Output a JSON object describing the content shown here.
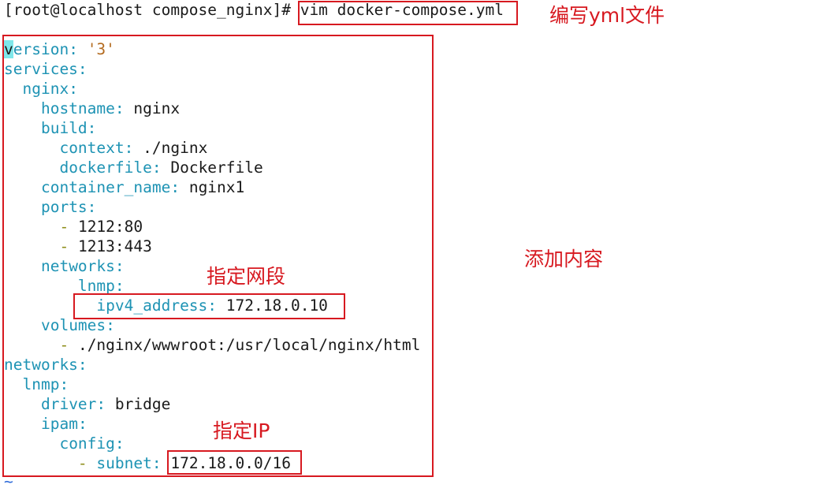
{
  "terminal": {
    "prompt": "[root@localhost compose_nginx]#",
    "command": "vim docker-compose.yml",
    "tilde": "~"
  },
  "yaml": {
    "l1": {
      "key_rest": "ersion",
      "key_first": "v",
      "value": "'3'"
    },
    "l2": {
      "key": "services"
    },
    "l3": {
      "key": "nginx"
    },
    "l4": {
      "key": "hostname",
      "value": "nginx"
    },
    "l5": {
      "key": "build"
    },
    "l6": {
      "key": "context",
      "value": "./nginx"
    },
    "l7": {
      "key": "dockerfile",
      "value": "Dockerfile"
    },
    "l8": {
      "key": "container_name",
      "value": "nginx1"
    },
    "l9": {
      "key": "ports"
    },
    "l10": {
      "dash": "-",
      "value": "1212:80"
    },
    "l11": {
      "dash": "-",
      "value": "1213:443"
    },
    "l12": {
      "key": "networks"
    },
    "l13": {
      "key": "lnmp"
    },
    "l14": {
      "key": "ipv4_address",
      "value": "172.18.0.10"
    },
    "l15": {
      "key": "volumes"
    },
    "l16": {
      "dash": "-",
      "value": "./nginx/wwwroot:/usr/local/nginx/html"
    },
    "l17": {
      "key": "networks"
    },
    "l18": {
      "key": "lnmp"
    },
    "l19": {
      "key": "driver",
      "value": "bridge"
    },
    "l20": {
      "key": "ipam"
    },
    "l21": {
      "key": "config"
    },
    "l22": {
      "dash": "-",
      "key": "subnet",
      "value": "172.18.0.0/16"
    }
  },
  "annotations": {
    "write_yml": "编写yml文件",
    "add_content": "添加内容",
    "set_segment": "指定网段",
    "set_ip": "指定IP"
  },
  "colors": {
    "key": "#1e93b4",
    "string": "#b36b1f",
    "dash": "#8e8e1a",
    "annotation": "#d71920",
    "cursor": "#7fe7ea",
    "tilde": "#2e6bd9"
  }
}
